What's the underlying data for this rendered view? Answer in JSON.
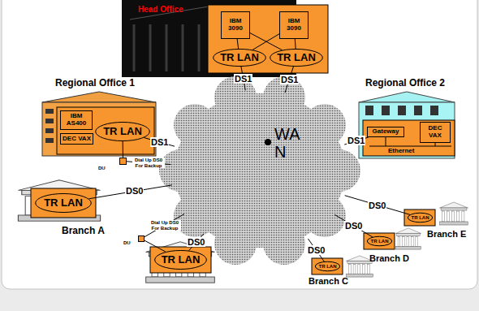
{
  "diagram": {
    "nodes": [
      {
        "text": [
          "Head Office"
        ]
      },
      {
        "text": [
          "IBM 3090"
        ],
        "in": 0
      },
      {
        "text": [
          "IBM 3090"
        ],
        "in": 0
      },
      {
        "text": [
          "TR LAN"
        ],
        "in": 0
      },
      {
        "text": [
          "TR LAN"
        ],
        "in": 0
      },
      {
        "text": [
          "Regional Office 1"
        ]
      },
      {
        "text": [
          "IBM AS400"
        ],
        "in": 5
      },
      {
        "text": [
          "DEC VAX"
        ],
        "in": 5
      },
      {
        "text": [
          "TR LAN"
        ],
        "in": 5
      },
      {
        "text": [
          "Regional Office 2"
        ]
      },
      {
        "text": [
          "Gateway"
        ],
        "in": 9
      },
      {
        "text": [
          "DEC VAX"
        ],
        "in": 9
      },
      {
        "text": [
          "WA N"
        ]
      },
      {
        "text": [
          "TR LAN",
          "Branch A"
        ]
      },
      {
        "text": [
          "DU"
        ]
      },
      {
        "text": [
          "DU"
        ]
      },
      {
        "text": [
          "TR LAN"
        ]
      },
      {
        "text": [
          "TR LAN",
          "Branch C"
        ]
      },
      {
        "text": [
          "TR LAN",
          "Branch D"
        ]
      },
      {
        "text": [
          "TR LAN",
          "Branch E"
        ]
      }
    ],
    "edges": [
      {
        "from": 1,
        "to": 3,
        "arrow": "none"
      },
      {
        "from": 1,
        "to": 4,
        "arrow": "none"
      },
      {
        "from": 2,
        "to": 3,
        "arrow": "none"
      },
      {
        "from": 2,
        "to": 4,
        "arrow": "none"
      },
      {
        "from": 3,
        "to": 12,
        "label": "DS1",
        "arrow": "none"
      },
      {
        "from": 4,
        "to": 12,
        "label": "DS1",
        "arrow": "none"
      },
      {
        "from": 8,
        "to": 12,
        "label": "DS1",
        "arrow": "none"
      },
      {
        "from": 10,
        "to": 12,
        "label": "DS1",
        "arrow": "none"
      },
      {
        "from": 8,
        "to": 14,
        "arrow": "none"
      },
      {
        "from": 14,
        "to": 12,
        "label": "Dial Up DS0 For Backup",
        "arrow": "none"
      },
      {
        "from": 13,
        "to": 12,
        "label": "DS0",
        "arrow": "none"
      },
      {
        "from": 16,
        "to": 15,
        "arrow": "none"
      },
      {
        "from": 15,
        "to": 12,
        "label": "Dial Up DS0 For Backup",
        "arrow": "none"
      },
      {
        "from": 16,
        "to": 12,
        "label": "DS0",
        "arrow": "none"
      },
      {
        "from": 17,
        "to": 12,
        "label": "DS0",
        "arrow": "none"
      },
      {
        "from": 18,
        "to": 12,
        "label": "DS0",
        "arrow": "none"
      },
      {
        "from": 19,
        "to": 12,
        "label": "DS0",
        "arrow": "none"
      }
    ],
    "labels": [
      "Ethernet"
    ]
  }
}
